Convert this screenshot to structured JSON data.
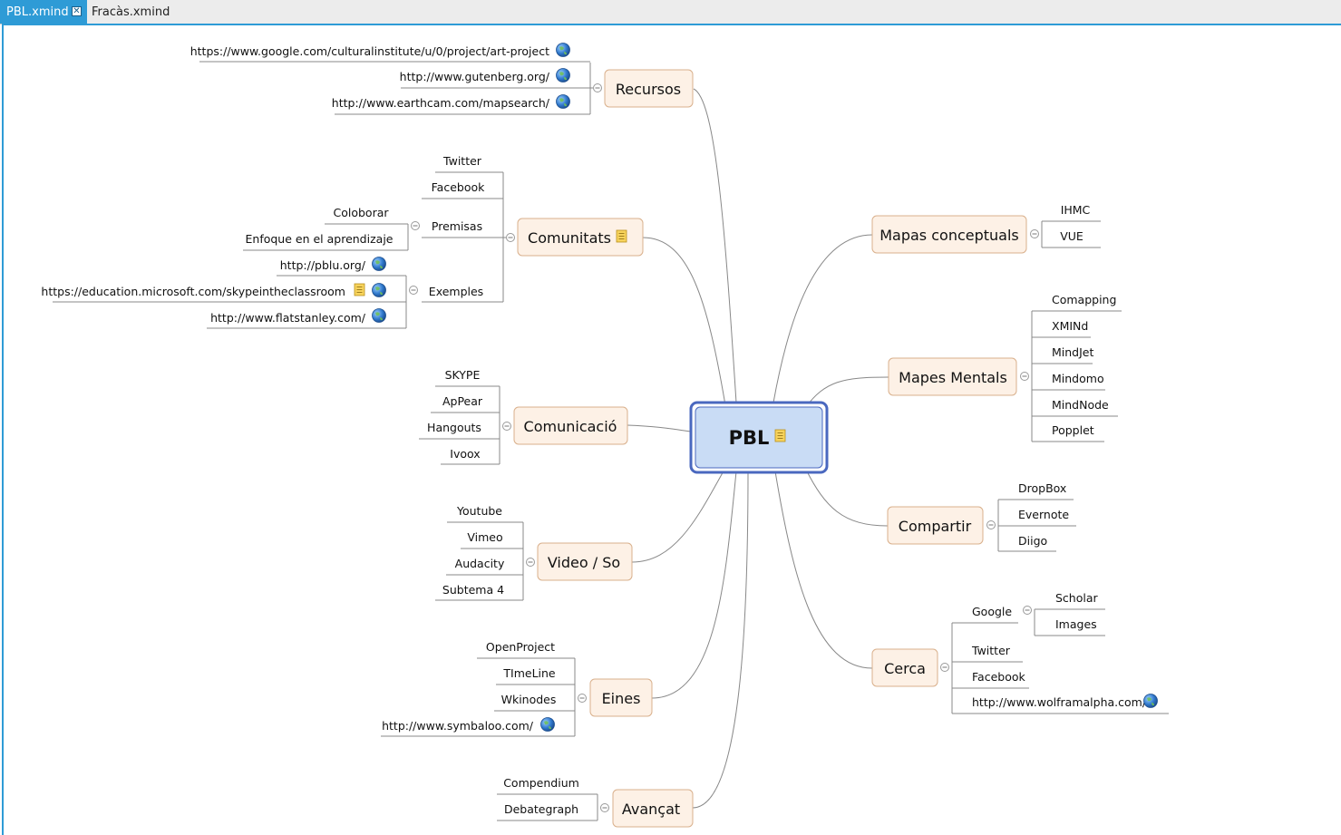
{
  "tabs": [
    {
      "label": "PBL.xmind",
      "active": true
    },
    {
      "label": "Fracàs.xmind",
      "active": false
    }
  ],
  "colors": {
    "accent": "#2e9bd6",
    "central_fill": "#c9dcf5",
    "central_border": "#4a68bf",
    "topic_fill": "#fdf1e6",
    "topic_border": "#d9b08c",
    "line": "#888888"
  },
  "icons": {
    "note": "note-icon",
    "link": "globe-icon",
    "collapse": "collapse-icon"
  },
  "central": {
    "label": "PBL",
    "has_note": true
  },
  "topics": {
    "recursos": {
      "label": "Recursos",
      "children": [
        {
          "label": "https://www.google.com/culturalinstitute/u/0/project/art-project",
          "link": true
        },
        {
          "label": "http://www.gutenberg.org/",
          "link": true
        },
        {
          "label": "http://www.earthcam.com/mapsearch/",
          "link": true
        }
      ]
    },
    "comunitats": {
      "label": "Comunitats",
      "has_note": true,
      "children": [
        {
          "label": "Twitter"
        },
        {
          "label": "Facebook"
        },
        {
          "label": "Premisas",
          "children": [
            {
              "label": "Coloborar"
            },
            {
              "label": "Enfoque en el aprendizaje"
            }
          ]
        },
        {
          "label": "Exemples",
          "children": [
            {
              "label": "http://pblu.org/",
              "link": true
            },
            {
              "label": "https://education.microsoft.com/skypeintheclassroom",
              "link": true,
              "note": true
            },
            {
              "label": "http://www.flatstanley.com/",
              "link": true
            }
          ]
        }
      ]
    },
    "comunicacio": {
      "label": "Comunicació",
      "children": [
        {
          "label": "SKYPE"
        },
        {
          "label": "ApPear"
        },
        {
          "label": "Hangouts"
        },
        {
          "label": "Ivoox"
        }
      ]
    },
    "video": {
      "label": "Video / So",
      "children": [
        {
          "label": "Youtube"
        },
        {
          "label": "Vimeo"
        },
        {
          "label": "Audacity"
        },
        {
          "label": "Subtema 4"
        }
      ]
    },
    "eines": {
      "label": "Eines",
      "children": [
        {
          "label": "OpenProject"
        },
        {
          "label": "TImeLine"
        },
        {
          "label": "Wkinodes"
        },
        {
          "label": "http://www.symbaloo.com/",
          "link": true
        }
      ]
    },
    "avancat": {
      "label": "Avançat",
      "children": [
        {
          "label": "Compendium"
        },
        {
          "label": "Debategraph"
        }
      ]
    },
    "mapes_conceptuals": {
      "label": "Mapas conceptuals",
      "children": [
        {
          "label": "IHMC"
        },
        {
          "label": "VUE"
        }
      ]
    },
    "mapes_mentals": {
      "label": "Mapes Mentals",
      "children": [
        {
          "label": "Comapping"
        },
        {
          "label": "XMINd"
        },
        {
          "label": "MindJet"
        },
        {
          "label": "Mindomo"
        },
        {
          "label": "MindNode"
        },
        {
          "label": "Popplet"
        }
      ]
    },
    "compartir": {
      "label": "Compartir",
      "children": [
        {
          "label": "DropBox"
        },
        {
          "label": "Evernote"
        },
        {
          "label": "Diigo"
        }
      ]
    },
    "cerca": {
      "label": "Cerca",
      "children": [
        {
          "label": "Google",
          "children": [
            {
              "label": "Scholar"
            },
            {
              "label": "Images"
            }
          ]
        },
        {
          "label": "Twitter"
        },
        {
          "label": "Facebook"
        },
        {
          "label": "http://www.wolframalpha.com/",
          "link": true
        }
      ]
    }
  }
}
